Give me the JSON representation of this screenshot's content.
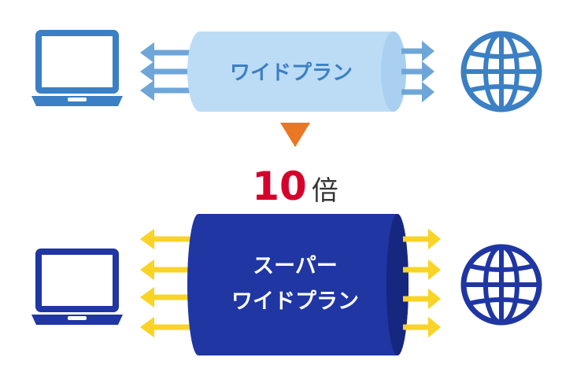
{
  "top_plan": {
    "label": "ワイドプラン",
    "pipe_color": "#bcdcf6",
    "pipe_end_color": "#a9d0f0",
    "arrow_color": "#6fa6d8",
    "label_color": "#3b7fc4",
    "device_color": "#3b7fc4"
  },
  "multiplier": {
    "number": "10",
    "suffix": "倍",
    "number_color": "#d5002b",
    "suffix_color": "#333333",
    "pointer_color": "#ea7724"
  },
  "bottom_plan": {
    "label_line1": "スーパー",
    "label_line2": "ワイドプラン",
    "pipe_color": "#1f36a3",
    "pipe_end_color": "#162780",
    "arrow_color": "#f9d426",
    "label_color": "#ffffff",
    "device_color": "#1f36a3"
  },
  "icons": {
    "client": "laptop-icon",
    "server": "globe-icon",
    "pointer": "triangle-down-icon"
  }
}
